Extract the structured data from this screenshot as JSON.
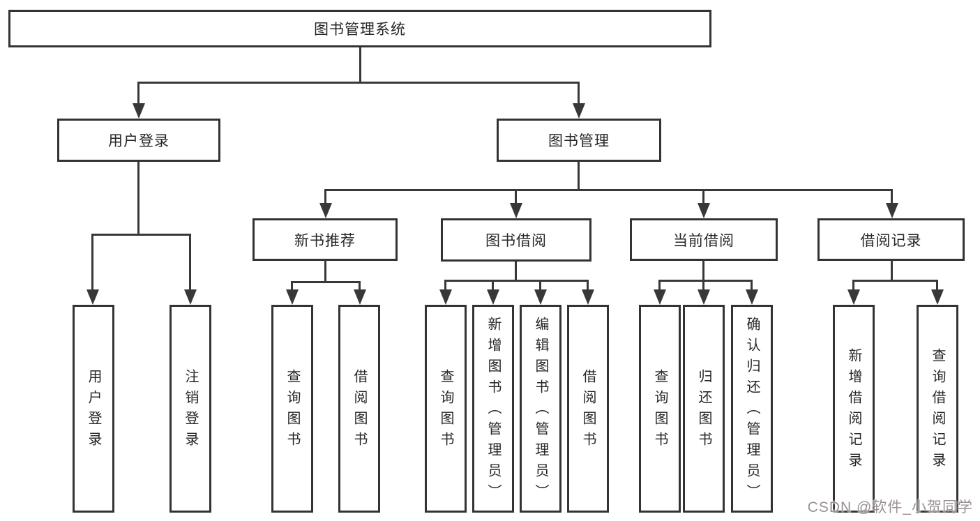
{
  "tree": {
    "root": {
      "label": "图书管理系统"
    },
    "branches": [
      {
        "label": "用户登录",
        "children": [
          {
            "label": "用户登录"
          },
          {
            "label": "注销登录"
          }
        ]
      },
      {
        "label": "图书管理",
        "children": [
          {
            "label": "新书推荐",
            "children": [
              {
                "label": "查询图书"
              },
              {
                "label": "借阅图书"
              }
            ]
          },
          {
            "label": "图书借阅",
            "children": [
              {
                "label": "查询图书"
              },
              {
                "label": "新增图书（管理员）"
              },
              {
                "label": "编辑图书（管理员）"
              },
              {
                "label": "借阅图书"
              }
            ]
          },
          {
            "label": "当前借阅",
            "children": [
              {
                "label": "查询图书"
              },
              {
                "label": "归还图书"
              },
              {
                "label": "确认归还（管理员）"
              }
            ]
          },
          {
            "label": "借阅记录",
            "children": [
              {
                "label": "新增借阅记录"
              },
              {
                "label": "查询借阅记录"
              }
            ]
          }
        ]
      }
    ]
  },
  "watermark": "CSDN @软件_小贺同学",
  "colors": {
    "line": "#383838",
    "border": "#333333",
    "text": "#262626",
    "watermark": "#9b9191",
    "background": "#ffffff"
  }
}
